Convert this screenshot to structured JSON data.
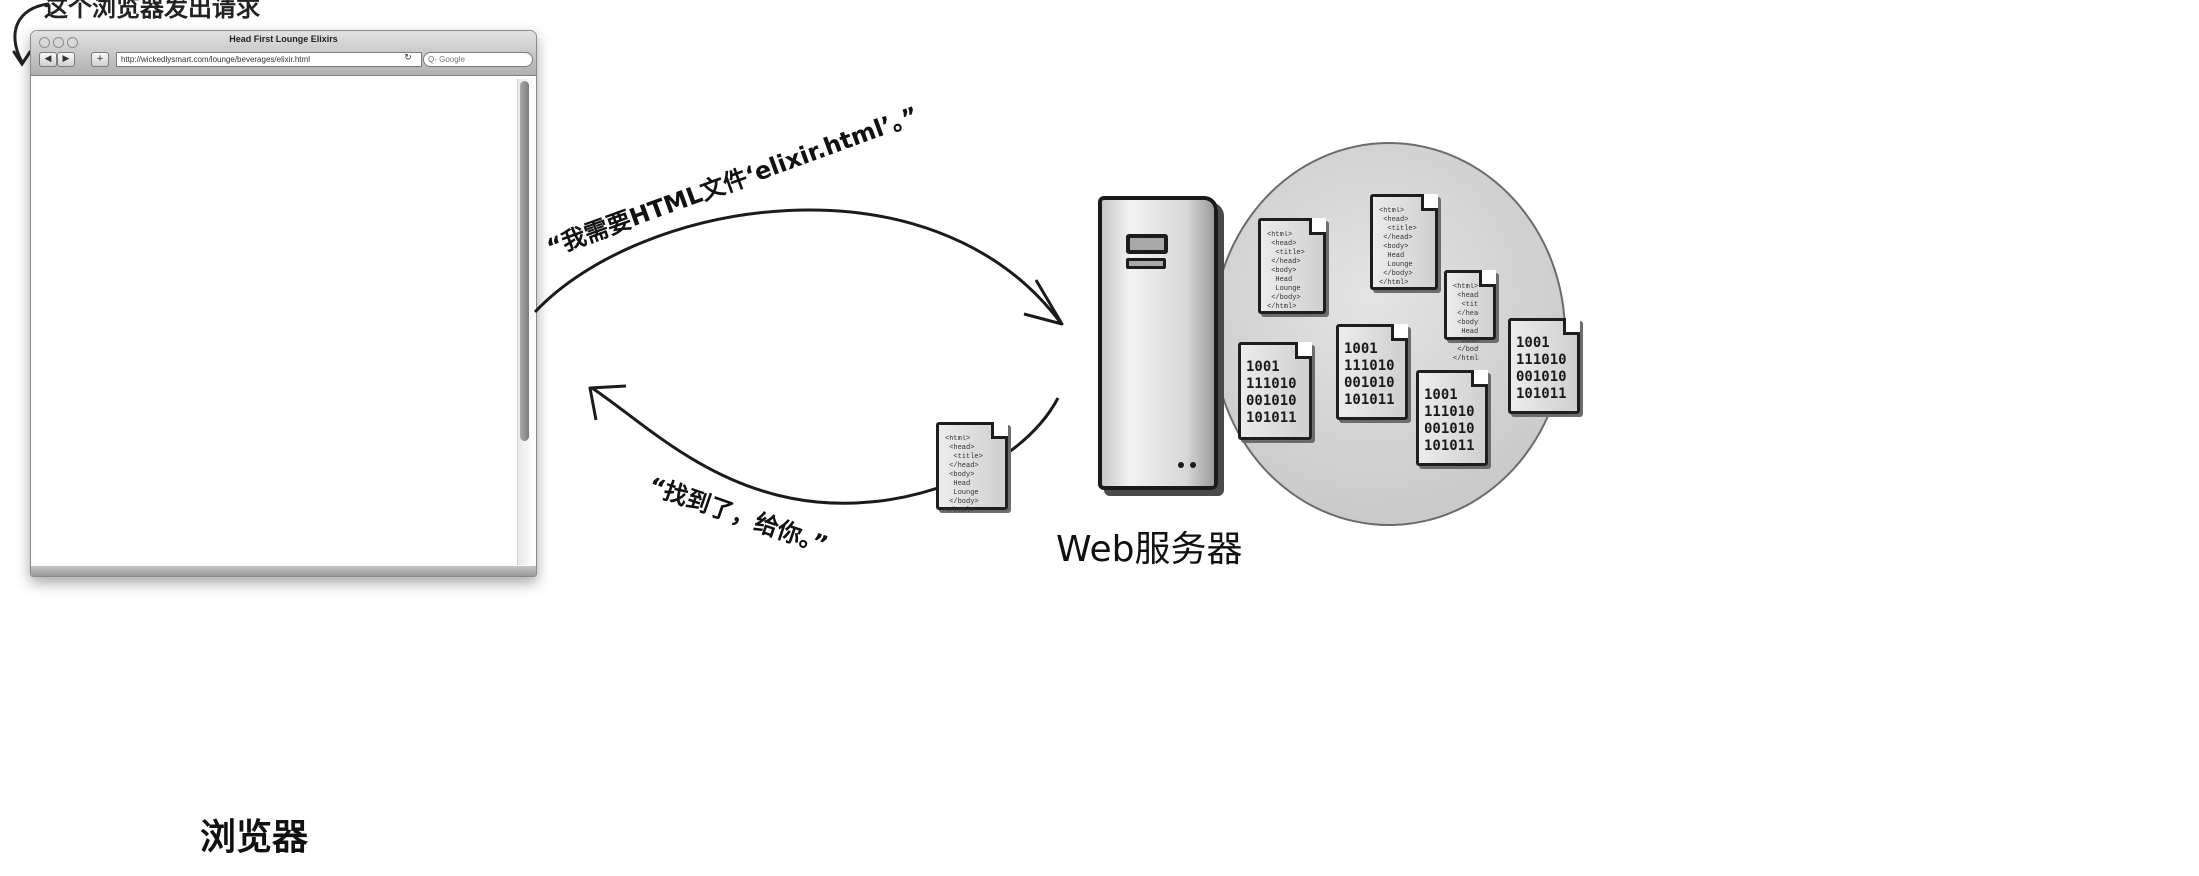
{
  "top_note": "这个浏览器发出请求",
  "browser": {
    "window_title": "Head First Lounge Elixirs",
    "back_label": "◀",
    "forward_label": "▶",
    "add_label": "+",
    "url": "http://wickedlysmart.com/lounge/beverages/elixir.html",
    "reload_label": "↻",
    "search_placeholder": "Q- Google",
    "caption": "浏览器"
  },
  "request_quote": "“我需要HTML文件‘elixir.html’。”",
  "response_quote": "“找到了，给你。”",
  "server": {
    "caption": "Web服务器"
  },
  "binary_text": "1001\n111010\n001010\n101011",
  "html_lines": "<html>\n <head>\n  <title>\n </head>\n <body>\n  Head\n  Lounge\n </body>\n</html>",
  "colors": {
    "ink": "#1b1b1b",
    "disk_fill": "#d6d6d6",
    "window_chrome": "#b0b0b0"
  }
}
